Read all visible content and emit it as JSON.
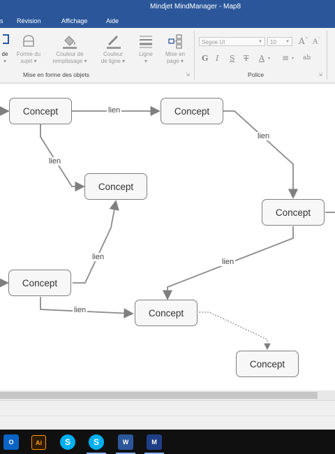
{
  "window": {
    "title": "Mindjet MindManager - Map8"
  },
  "tabs": [
    "Révision",
    "Affichage",
    "Aide"
  ],
  "ribbon": {
    "partial_button": {
      "label1": "de",
      "label2": "▾"
    },
    "buttons": [
      {
        "label1": "Forme du",
        "label2": "sujet ▾",
        "icon": "shape-icon"
      },
      {
        "label1": "Couleur de",
        "label2": "remplissage ▾",
        "icon": "fill-bucket-icon"
      },
      {
        "label1": "Couleur",
        "label2": "de ligne ▾",
        "icon": "line-color-icon"
      },
      {
        "label1": "Ligne",
        "label2": "▾",
        "icon": "line-weight-icon"
      },
      {
        "label1": "Mise en",
        "label2": "page ▾",
        "icon": "layout-icon"
      }
    ],
    "group1_label": "Mise en forme des objets",
    "group2_label": "Police",
    "font_name": "Segoe UI",
    "font_size": "10",
    "grow_font": "A",
    "shrink_font": "A",
    "bold": "G",
    "italic": "I",
    "underline": "S",
    "strike": "T",
    "font_color": "A",
    "align": "≡",
    "clear_format": "ab"
  },
  "map": {
    "nodes": [
      "Concept",
      "Concept",
      "Concept",
      "Concept",
      "Concept",
      "Concept",
      "Concept"
    ],
    "links": [
      "lien",
      "lien",
      "lien",
      "lien",
      "lien",
      "lien"
    ]
  },
  "taskbar": {
    "apps": [
      "outlook-icon",
      "illustrator-icon",
      "skype-icon",
      "skype-business-icon",
      "word-icon",
      "mindmanager-icon"
    ],
    "illustrator_text": "Ai",
    "skype_text": "S",
    "skype2_text": "S",
    "word_text": "W",
    "outlook_text": "O",
    "mm_text": "M"
  }
}
